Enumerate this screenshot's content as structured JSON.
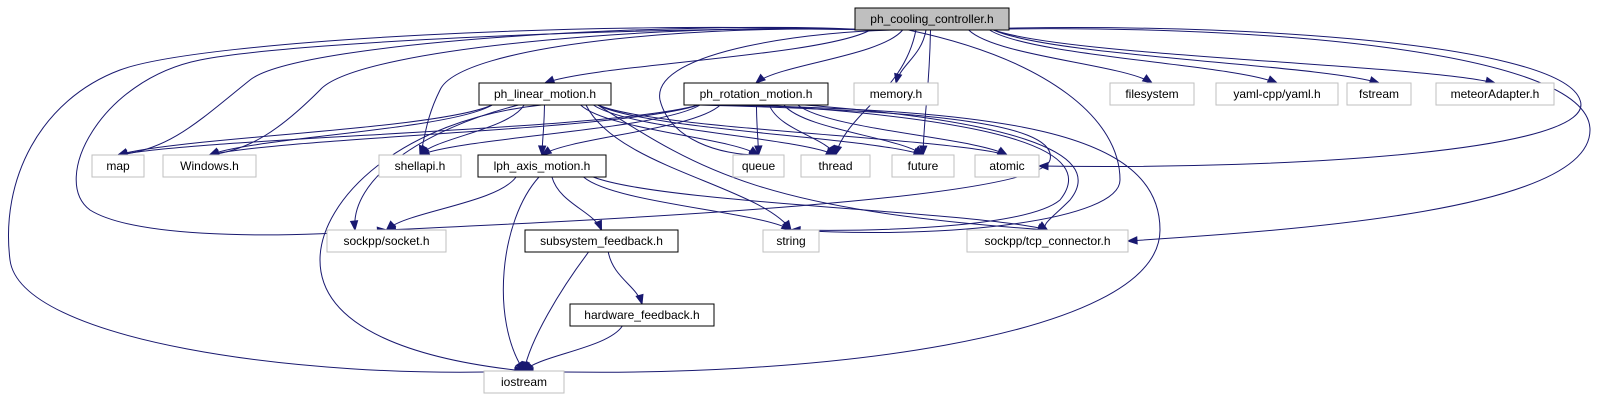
{
  "graph": {
    "root": "ph_cooling_controller.h",
    "colors": {
      "edge": "#191970",
      "root_fill": "#bfbfbf",
      "documented_border": "#000000",
      "external_border": "#bfbfbf"
    },
    "nodes": [
      {
        "id": "root",
        "label": "ph_cooling_controller.h",
        "kind": "root"
      },
      {
        "id": "linear",
        "label": "ph_linear_motion.h",
        "kind": "documented"
      },
      {
        "id": "rotation",
        "label": "ph_rotation_motion.h",
        "kind": "documented"
      },
      {
        "id": "memory",
        "label": "memory.h",
        "kind": "external"
      },
      {
        "id": "filesystem",
        "label": "filesystem",
        "kind": "external"
      },
      {
        "id": "yaml",
        "label": "yaml-cpp/yaml.h",
        "kind": "external"
      },
      {
        "id": "fstream",
        "label": "fstream",
        "kind": "external"
      },
      {
        "id": "meteor",
        "label": "meteorAdapter.h",
        "kind": "external"
      },
      {
        "id": "map",
        "label": "map",
        "kind": "external"
      },
      {
        "id": "windows",
        "label": "Windows.h",
        "kind": "external"
      },
      {
        "id": "shellapi",
        "label": "shellapi.h",
        "kind": "external"
      },
      {
        "id": "lph",
        "label": "lph_axis_motion.h",
        "kind": "documented"
      },
      {
        "id": "queue",
        "label": "queue",
        "kind": "external"
      },
      {
        "id": "thread",
        "label": "thread",
        "kind": "external"
      },
      {
        "id": "future",
        "label": "future",
        "kind": "external"
      },
      {
        "id": "atomic",
        "label": "atomic",
        "kind": "external"
      },
      {
        "id": "socket",
        "label": "sockpp/socket.h",
        "kind": "external"
      },
      {
        "id": "subsys",
        "label": "subsystem_feedback.h",
        "kind": "documented"
      },
      {
        "id": "string",
        "label": "string",
        "kind": "external"
      },
      {
        "id": "tcp",
        "label": "sockpp/tcp_connector.h",
        "kind": "external"
      },
      {
        "id": "hw",
        "label": "hardware_feedback.h",
        "kind": "documented"
      },
      {
        "id": "iostream",
        "label": "iostream",
        "kind": "external"
      }
    ],
    "edges": [
      {
        "from": "root",
        "to": "linear"
      },
      {
        "from": "root",
        "to": "rotation"
      },
      {
        "from": "root",
        "to": "memory"
      },
      {
        "from": "root",
        "to": "filesystem"
      },
      {
        "from": "root",
        "to": "yaml"
      },
      {
        "from": "root",
        "to": "fstream"
      },
      {
        "from": "root",
        "to": "meteor"
      },
      {
        "from": "root",
        "to": "map"
      },
      {
        "from": "root",
        "to": "windows"
      },
      {
        "from": "root",
        "to": "shellapi"
      },
      {
        "from": "root",
        "to": "queue"
      },
      {
        "from": "root",
        "to": "thread"
      },
      {
        "from": "root",
        "to": "future"
      },
      {
        "from": "root",
        "to": "atomic"
      },
      {
        "from": "root",
        "to": "socket"
      },
      {
        "from": "root",
        "to": "string"
      },
      {
        "from": "root",
        "to": "tcp"
      },
      {
        "from": "root",
        "to": "iostream"
      },
      {
        "from": "linear",
        "to": "map"
      },
      {
        "from": "linear",
        "to": "windows"
      },
      {
        "from": "linear",
        "to": "shellapi"
      },
      {
        "from": "linear",
        "to": "lph"
      },
      {
        "from": "linear",
        "to": "queue"
      },
      {
        "from": "linear",
        "to": "thread"
      },
      {
        "from": "linear",
        "to": "future"
      },
      {
        "from": "linear",
        "to": "atomic"
      },
      {
        "from": "linear",
        "to": "socket"
      },
      {
        "from": "linear",
        "to": "string"
      },
      {
        "from": "linear",
        "to": "tcp"
      },
      {
        "from": "linear",
        "to": "iostream"
      },
      {
        "from": "rotation",
        "to": "map"
      },
      {
        "from": "rotation",
        "to": "windows"
      },
      {
        "from": "rotation",
        "to": "shellapi"
      },
      {
        "from": "rotation",
        "to": "lph"
      },
      {
        "from": "rotation",
        "to": "queue"
      },
      {
        "from": "rotation",
        "to": "thread"
      },
      {
        "from": "rotation",
        "to": "future"
      },
      {
        "from": "rotation",
        "to": "atomic"
      },
      {
        "from": "rotation",
        "to": "socket"
      },
      {
        "from": "rotation",
        "to": "string"
      },
      {
        "from": "rotation",
        "to": "tcp"
      },
      {
        "from": "rotation",
        "to": "iostream"
      },
      {
        "from": "lph",
        "to": "socket"
      },
      {
        "from": "lph",
        "to": "subsys"
      },
      {
        "from": "lph",
        "to": "string"
      },
      {
        "from": "lph",
        "to": "tcp"
      },
      {
        "from": "lph",
        "to": "iostream"
      },
      {
        "from": "subsys",
        "to": "hw"
      },
      {
        "from": "subsys",
        "to": "iostream"
      },
      {
        "from": "hw",
        "to": "iostream"
      }
    ]
  }
}
